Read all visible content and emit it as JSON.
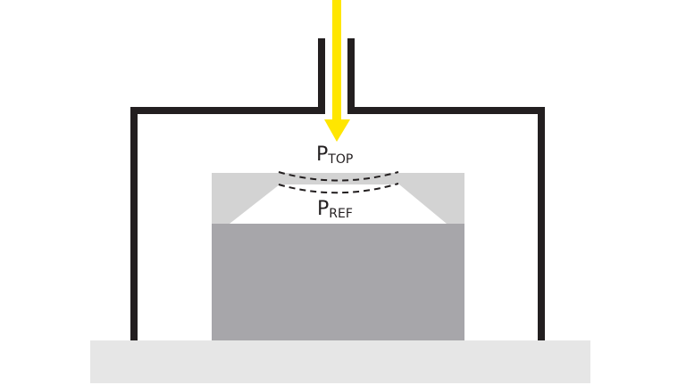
{
  "diagram": {
    "labels": {
      "top_pressure": {
        "main": "P",
        "sub": "TOP"
      },
      "ref_pressure": {
        "main": "P",
        "sub": "REF"
      }
    },
    "components": [
      "yellow-beam-arrow",
      "inlet-nozzle",
      "chamber-enclosure",
      "sensor-die",
      "membrane-deflection-lines",
      "reference-cavity",
      "base-plate"
    ],
    "colors": {
      "beam": "#ffe600",
      "chamber_wall": "#231f20",
      "base_plate": "#e6e6e6",
      "die_top_layer": "#d3d3d3",
      "die_body": "#a7a6aa",
      "cavity": "#ffffff",
      "dashed_lines": "#231f20"
    }
  }
}
